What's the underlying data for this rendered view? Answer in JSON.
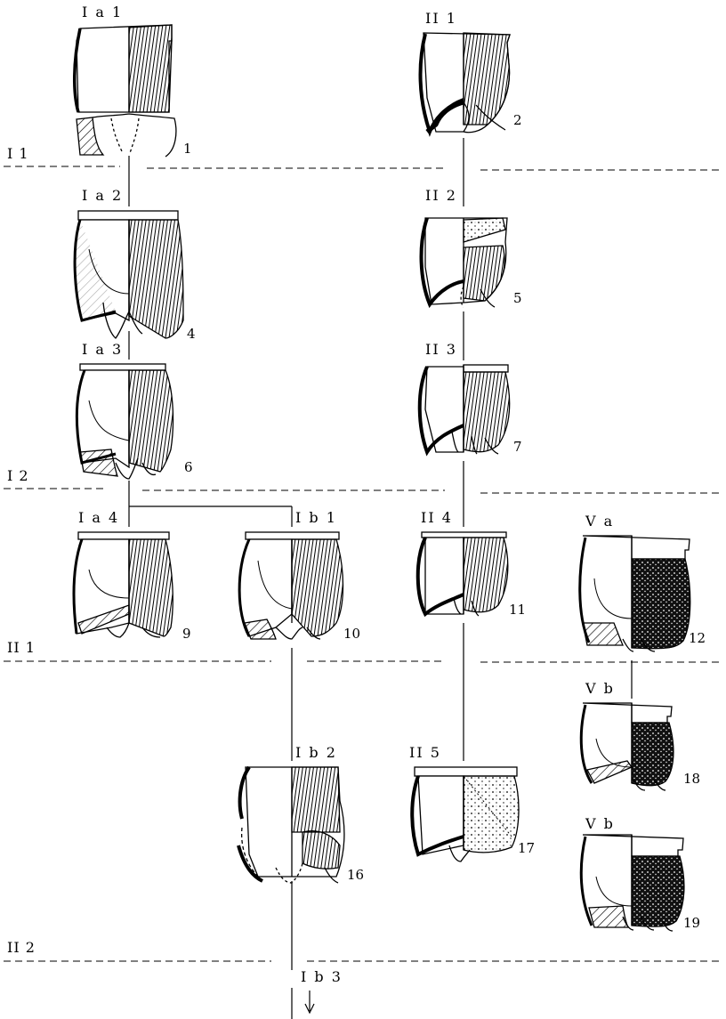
{
  "periods": [
    "I 1",
    "I 2",
    "II 1",
    "II 2"
  ],
  "types": {
    "Ia1": "I a 1",
    "Ia2": "I a 2",
    "Ia3": "I a 3",
    "Ia4": "I a 4",
    "Ib1": "I b 1",
    "Ib2": "I b 2",
    "Ib3": "I b 3",
    "II1": "II 1",
    "II2": "II 2",
    "II3": "II 3",
    "II4": "II 4",
    "II5": "II 5",
    "Va": "V a",
    "Vb1": "V b",
    "Vb2": "V b"
  },
  "figure_numbers": {
    "n1": "1",
    "n2": "2",
    "n4": "4",
    "n5": "5",
    "n6": "6",
    "n7": "7",
    "n9": "9",
    "n10": "10",
    "n11": "11",
    "n12": "12",
    "n16": "16",
    "n17": "17",
    "n18": "18",
    "n19": "19"
  },
  "colors": {
    "ink": "#000000",
    "paper": "#ffffff"
  }
}
